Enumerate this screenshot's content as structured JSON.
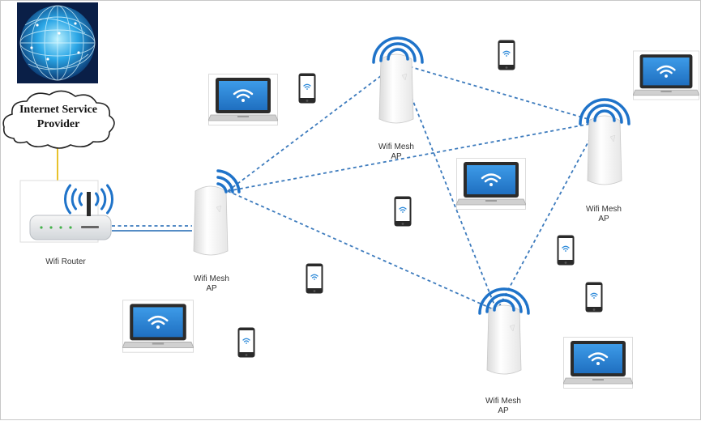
{
  "isp": {
    "line1": "Internet Service",
    "line2": "Provider"
  },
  "router": {
    "label": "Wifi Router"
  },
  "mesh_aps": [
    {
      "line1": "Wifi Mesh",
      "line2": "AP"
    },
    {
      "line1": "Wifi Mesh",
      "line2": "AP"
    },
    {
      "line1": "Wifi Mesh",
      "line2": "AP"
    },
    {
      "line1": "Wifi Mesh",
      "line2": "AP"
    }
  ],
  "colors": {
    "wifi": "#1f73c9",
    "link": "#3d7bbd",
    "uplink": "#e8c22c",
    "screen": "#2a88d8"
  },
  "icons": [
    "globe-icon",
    "cloud-icon",
    "router-icon",
    "mesh-ap-icon",
    "laptop-icon",
    "phone-icon",
    "wifi-icon"
  ]
}
